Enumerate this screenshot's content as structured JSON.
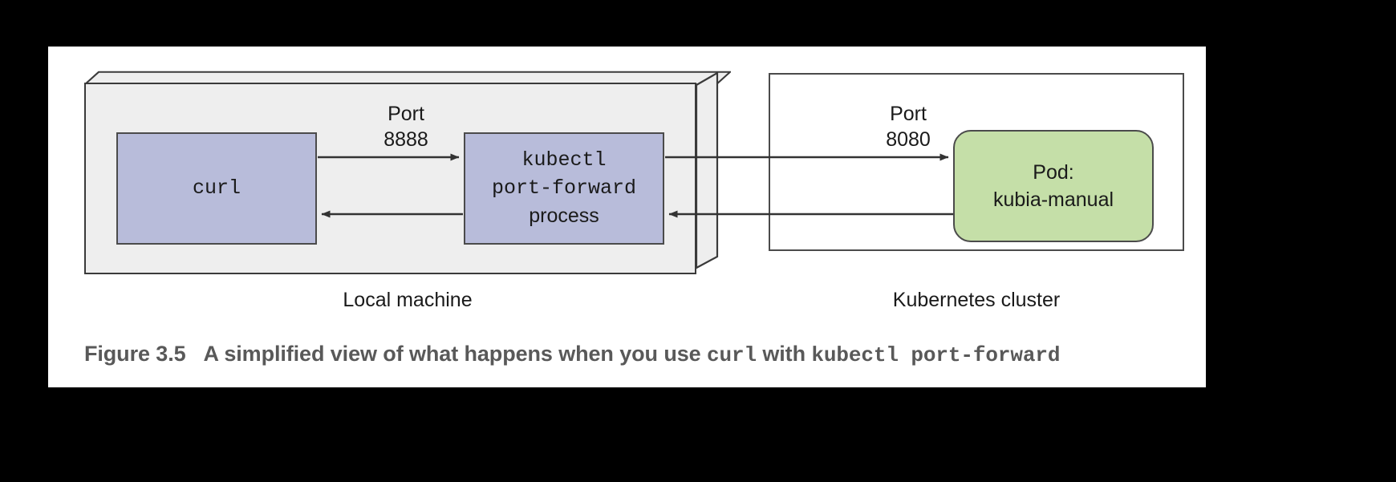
{
  "figure": {
    "caption_prefix": "Figure 3.5",
    "caption_part1": "A simplified view of what happens when you use ",
    "caption_mono1": "curl",
    "caption_part2": " with ",
    "caption_mono2": "kubectl port-forward"
  },
  "containers": {
    "local_machine": {
      "caption": "Local machine",
      "fill_color": "#eeeeee",
      "border_color": "#3a3a3a"
    },
    "kubernetes_cluster": {
      "caption": "Kubernetes cluster",
      "fill_color": "#ffffff",
      "border_color": "#4b4b4b"
    }
  },
  "nodes": {
    "curl": {
      "label": "curl",
      "fill_color": "#b8bcda"
    },
    "kubectl": {
      "line1": "kubectl",
      "line2": "port-forward",
      "line3": "process",
      "fill_color": "#b8bcda"
    },
    "pod": {
      "line1": "Pod:",
      "line2": "kubia-manual",
      "fill_color": "#c5dfa8"
    }
  },
  "annotations": {
    "port_left": {
      "line1": "Port",
      "line2": "8888"
    },
    "port_right": {
      "line1": "Port",
      "line2": "8080"
    }
  },
  "colors": {
    "page_background": "#ffffff",
    "outer_background": "#000000",
    "arrow_stroke": "#333333",
    "text": "#1a1a1a",
    "caption_text": "#595959"
  }
}
